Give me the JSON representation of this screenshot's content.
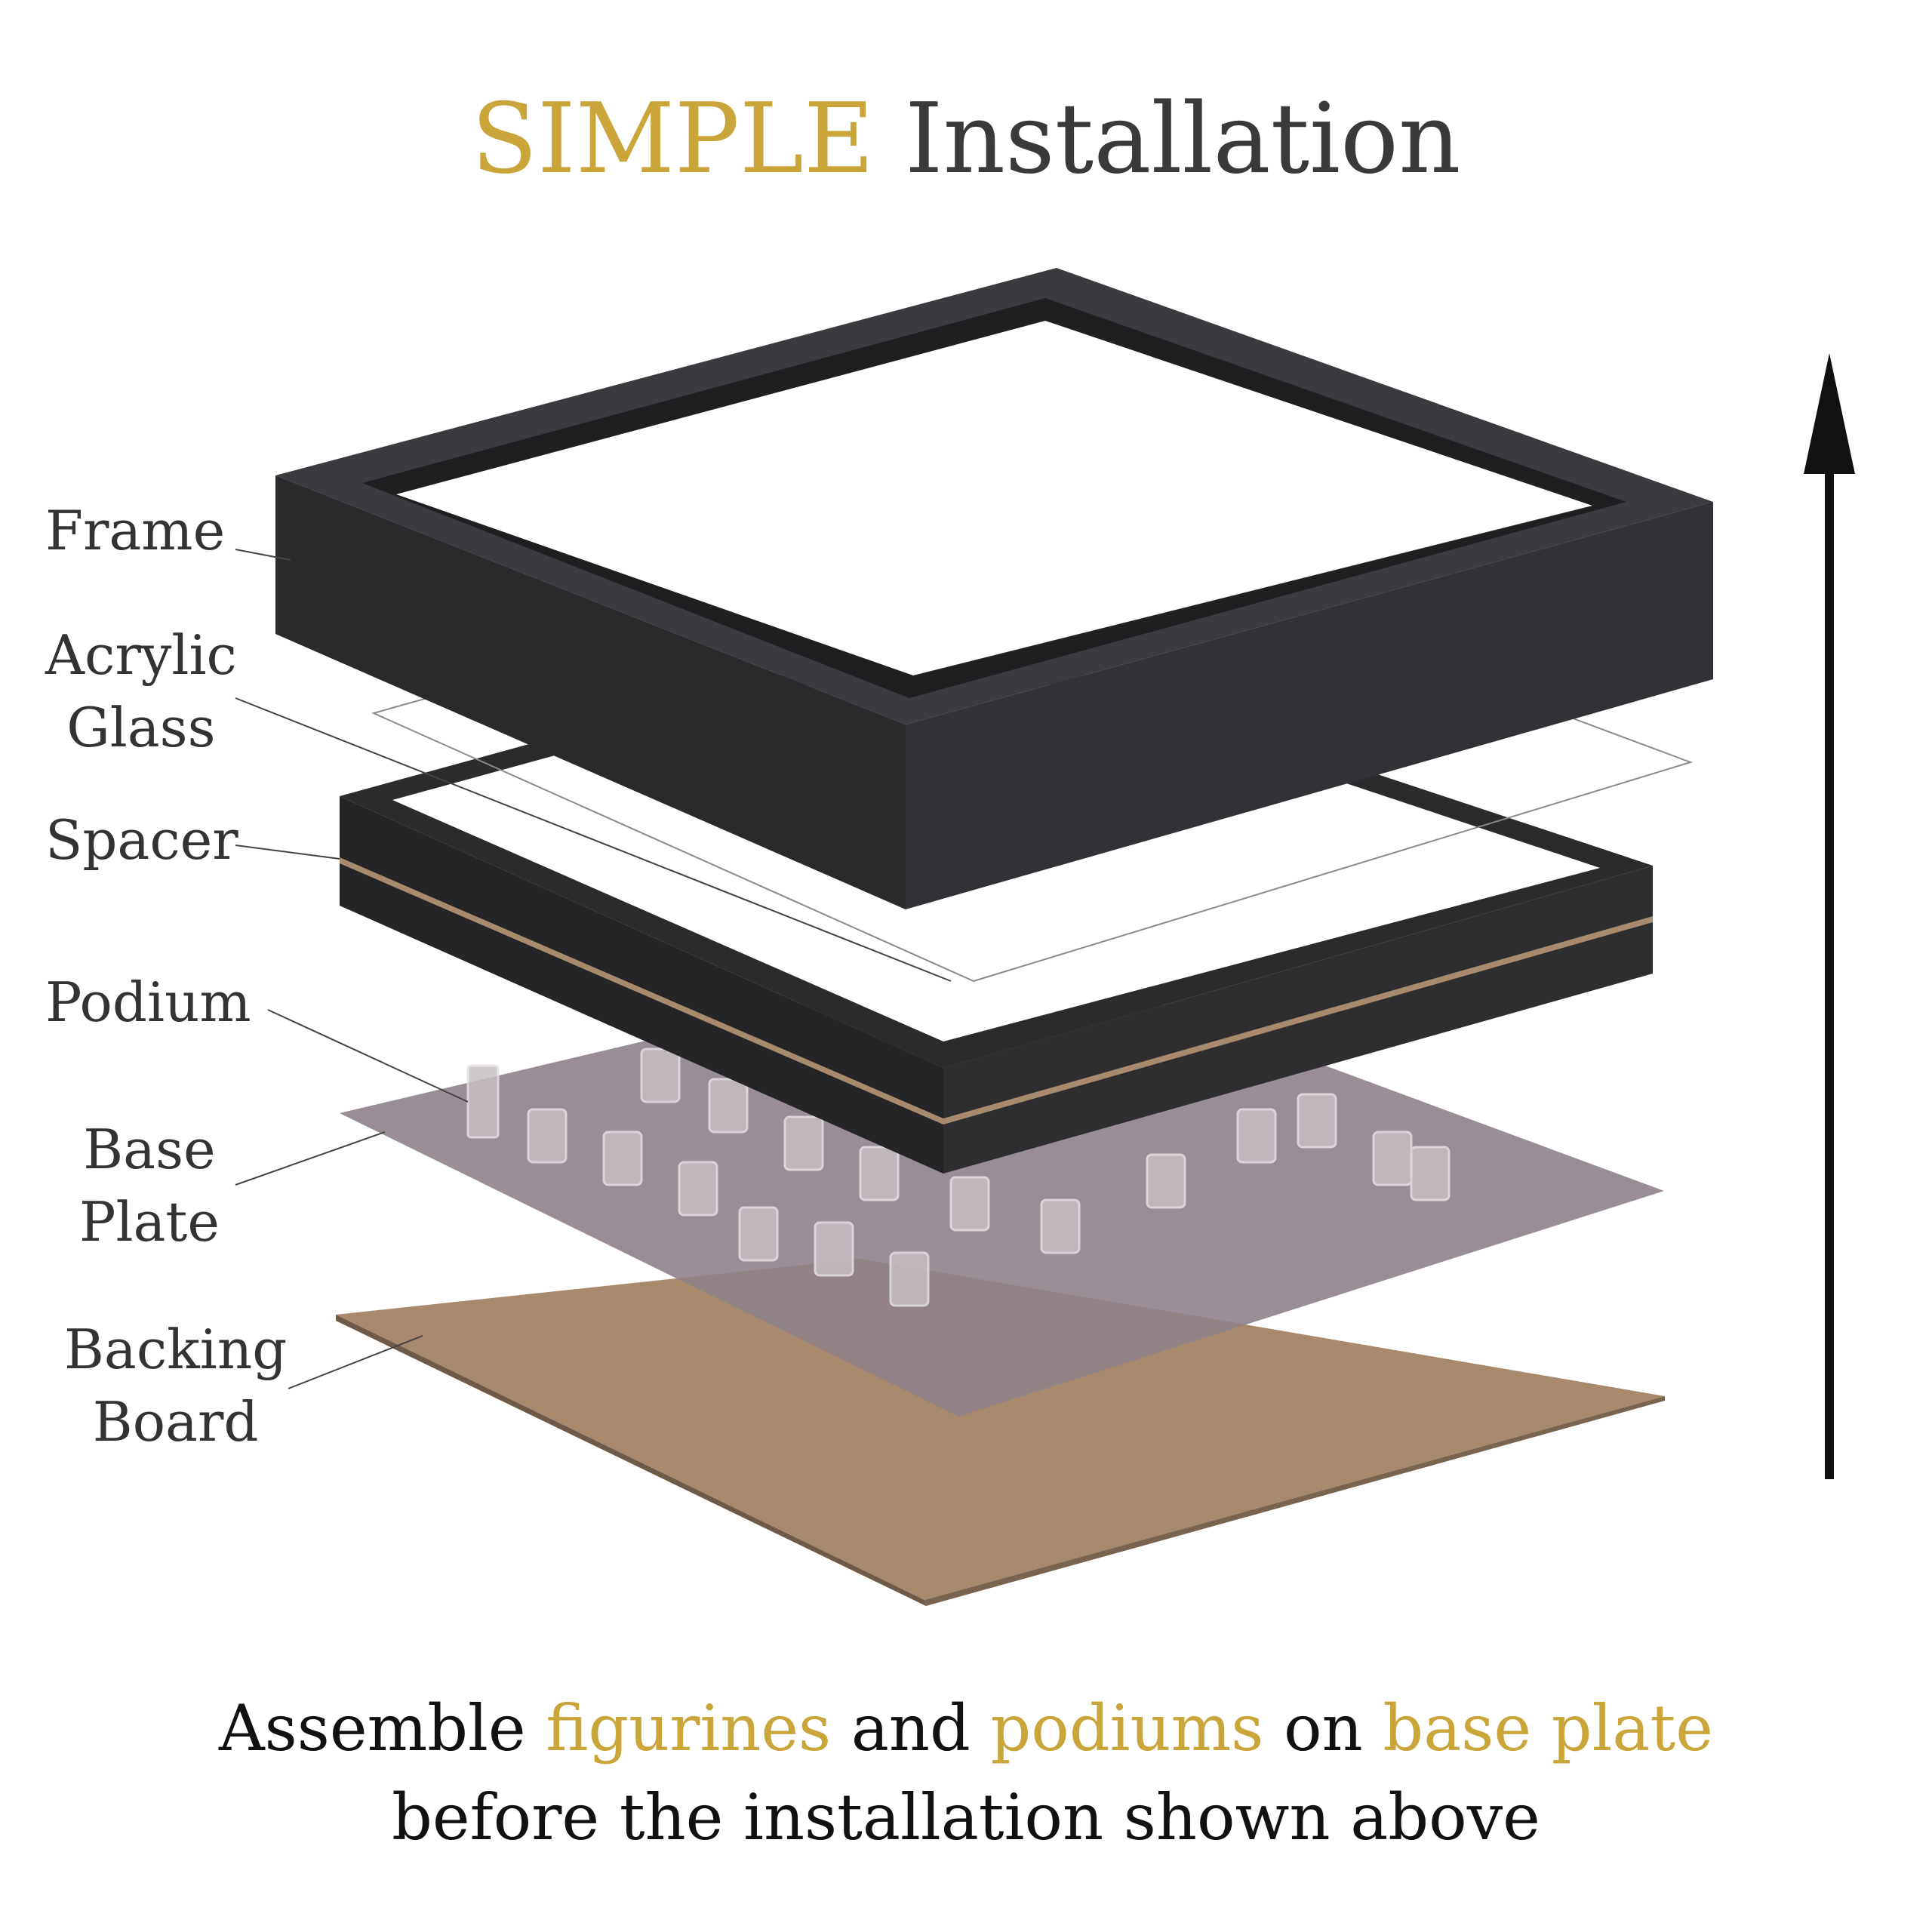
{
  "title": {
    "emphasis": "SIMPLE",
    "rest": " Installation"
  },
  "labels": {
    "frame": "Frame",
    "acrylic_line1": "Acrylic",
    "acrylic_line2": "Glass",
    "spacer": "Spacer",
    "podium": "Podium",
    "base_line1": "Base",
    "base_line2": "Plate",
    "backing_line1": "Backing",
    "backing_line2": "Board"
  },
  "caption": {
    "line1_a": "Assemble ",
    "line1_b": "figurines",
    "line1_c": " and ",
    "line1_d": "podiums",
    "line1_e": " on ",
    "line1_f": "base plate",
    "line2": "before the installation shown above"
  },
  "colors": {
    "accent": "#c9a53a",
    "frame": "#2b2b2e",
    "frame_top": "#3b3b3f",
    "backing": "#a8896c",
    "base_plate": "#8e8289",
    "text": "#333333"
  }
}
